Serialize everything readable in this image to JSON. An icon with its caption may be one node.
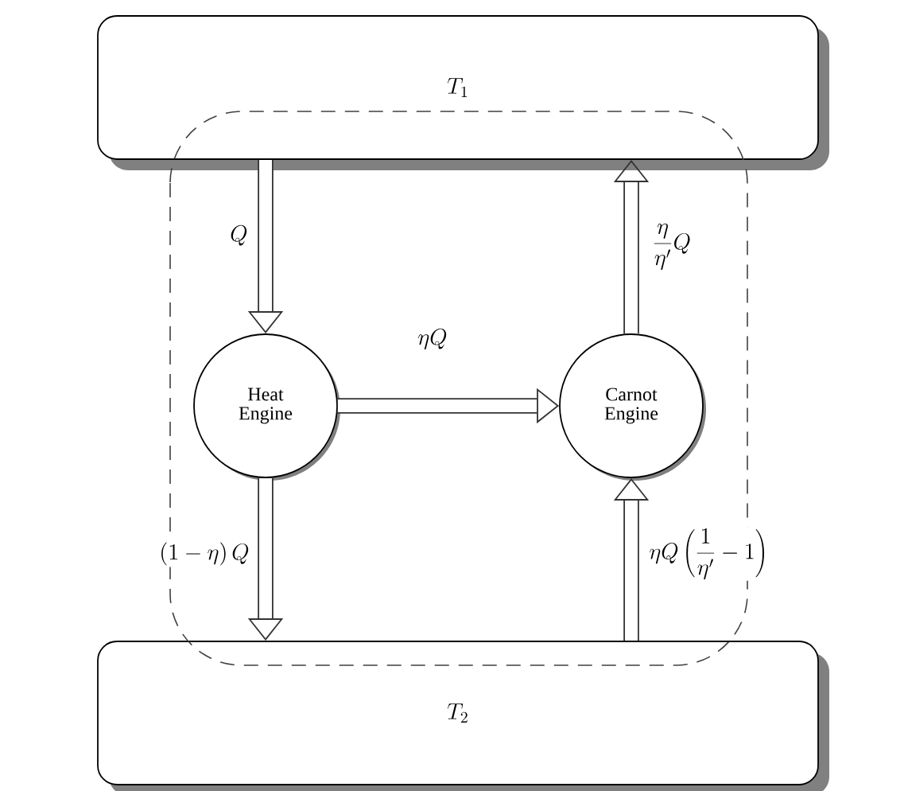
{
  "diagram": {
    "nodes": [
      {
        "text": [
          "T_1"
        ]
      },
      {
        "text": [
          "T_2"
        ]
      },
      {
        "text": [
          "Heat Engine"
        ]
      },
      {
        "text": [
          "Carnot Engine"
        ]
      }
    ],
    "edges": [
      {
        "from": 0,
        "to": 2,
        "arrow": "to",
        "label": "Q"
      },
      {
        "from": 2,
        "to": 3,
        "arrow": "to",
        "label": "\\eta Q"
      },
      {
        "from": 3,
        "to": 0,
        "arrow": "to",
        "label": "\\frac{\\eta}{\\eta'}Q"
      },
      {
        "from": 2,
        "to": 1,
        "arrow": "to",
        "label": "(1-\\eta)\\,Q"
      },
      {
        "from": 1,
        "to": 3,
        "arrow": "to",
        "label": "\\eta Q\\left(\\frac{1}{\\eta'}-1\\right)"
      }
    ]
  }
}
